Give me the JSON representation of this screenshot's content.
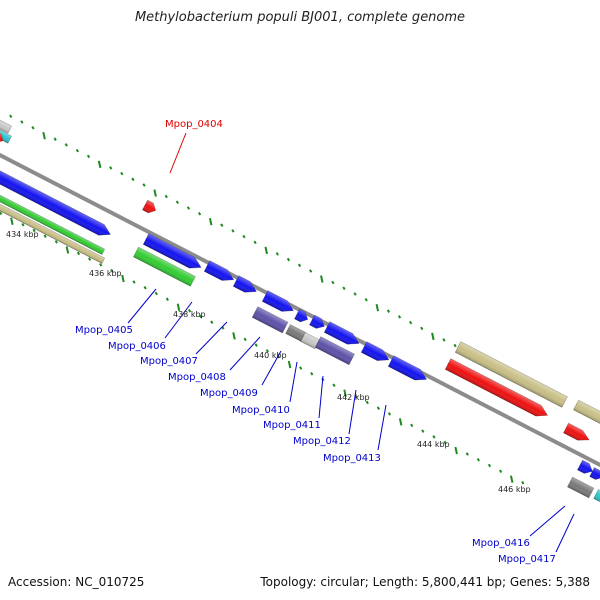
{
  "title": "Methylobacterium populi BJ001, complete genome",
  "footer": {
    "accession": "Accession: NC_010725",
    "stats": "Topology: circular; Length: 5,800,441 bp; Genes: 5,388"
  },
  "colors": {
    "backbone": "#8c8c8c",
    "tick": "#1e8a1e",
    "label_blue": "#0000cc",
    "label_red": "#dd0000",
    "cds_blue": "#1414f0",
    "green": "#33cc33",
    "tan": "#c8bf86",
    "red": "#ee1111",
    "purple": "#5c52a8",
    "gray": "#7a7a7a",
    "lightgray": "#c8c8c8",
    "cyan": "#2ec4cc"
  },
  "kbp_labels": [
    "434 kbp",
    "436 kbp",
    "438 kbp",
    "440 kbp",
    "442 kbp",
    "444 kbp",
    "446 kbp"
  ],
  "gene_labels": [
    "Mpop_0404",
    "Mpop_0405",
    "Mpop_0406",
    "Mpop_0407",
    "Mpop_0408",
    "Mpop_0409",
    "Mpop_0410",
    "Mpop_0411",
    "Mpop_0412",
    "Mpop_0413",
    "Mpop_0416",
    "Mpop_0417"
  ]
}
